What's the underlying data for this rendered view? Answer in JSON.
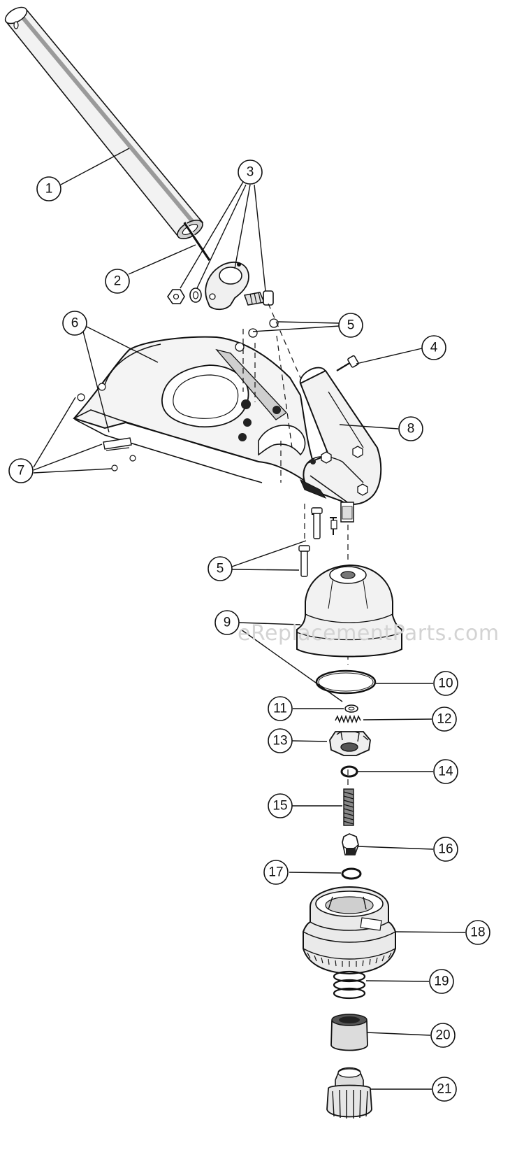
{
  "watermark": "eReplacementParts.com",
  "callouts": [
    {
      "label": "1"
    },
    {
      "label": "2"
    },
    {
      "label": "3"
    },
    {
      "label": "4"
    },
    {
      "label": "5"
    },
    {
      "label": "5"
    },
    {
      "label": "6"
    },
    {
      "label": "7"
    },
    {
      "label": "8"
    },
    {
      "label": "9"
    },
    {
      "label": "10"
    },
    {
      "label": "11"
    },
    {
      "label": "12"
    },
    {
      "label": "13"
    },
    {
      "label": "14"
    },
    {
      "label": "15"
    },
    {
      "label": "16"
    },
    {
      "label": "17"
    },
    {
      "label": "18"
    },
    {
      "label": "19"
    },
    {
      "label": "20"
    },
    {
      "label": "21"
    }
  ]
}
